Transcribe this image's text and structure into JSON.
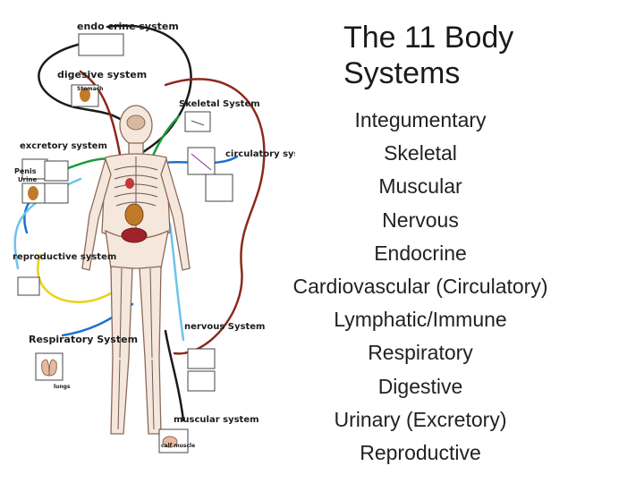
{
  "title": {
    "line1": "The 11 Body",
    "line2": "Systems"
  },
  "systems": [
    "Integumentary",
    "Skeletal",
    "Muscular",
    "Nervous",
    "Endocrine",
    "Cardiovascular (Circulatory)",
    "Lymphatic/Immune",
    "Respiratory",
    "Digestive",
    "Urinary (Excretory)",
    "Reproductive"
  ],
  "illustration_labels": {
    "endocrine": "endo crine system",
    "digestive": "digesive system",
    "skeletal": "Skeletal System",
    "excretory": "excretory system",
    "circulatory": "circulatory system",
    "reproductive": "reproductive system",
    "respiratory": "Respiratory System",
    "nervous": "nervous System",
    "muscular": "muscular system",
    "penis": "Penis",
    "urine": "Urine",
    "lungs": "lungs",
    "calf_muscle": "calf muscle",
    "stomach": "Stomach"
  },
  "colors": {
    "line_blue": "#1f6fd1",
    "line_green": "#1a9a3a",
    "line_yellow": "#e9d21a",
    "line_red": "#8a2a1a",
    "line_black": "#1a1a1a",
    "line_lightblue": "#6fc3ea"
  }
}
